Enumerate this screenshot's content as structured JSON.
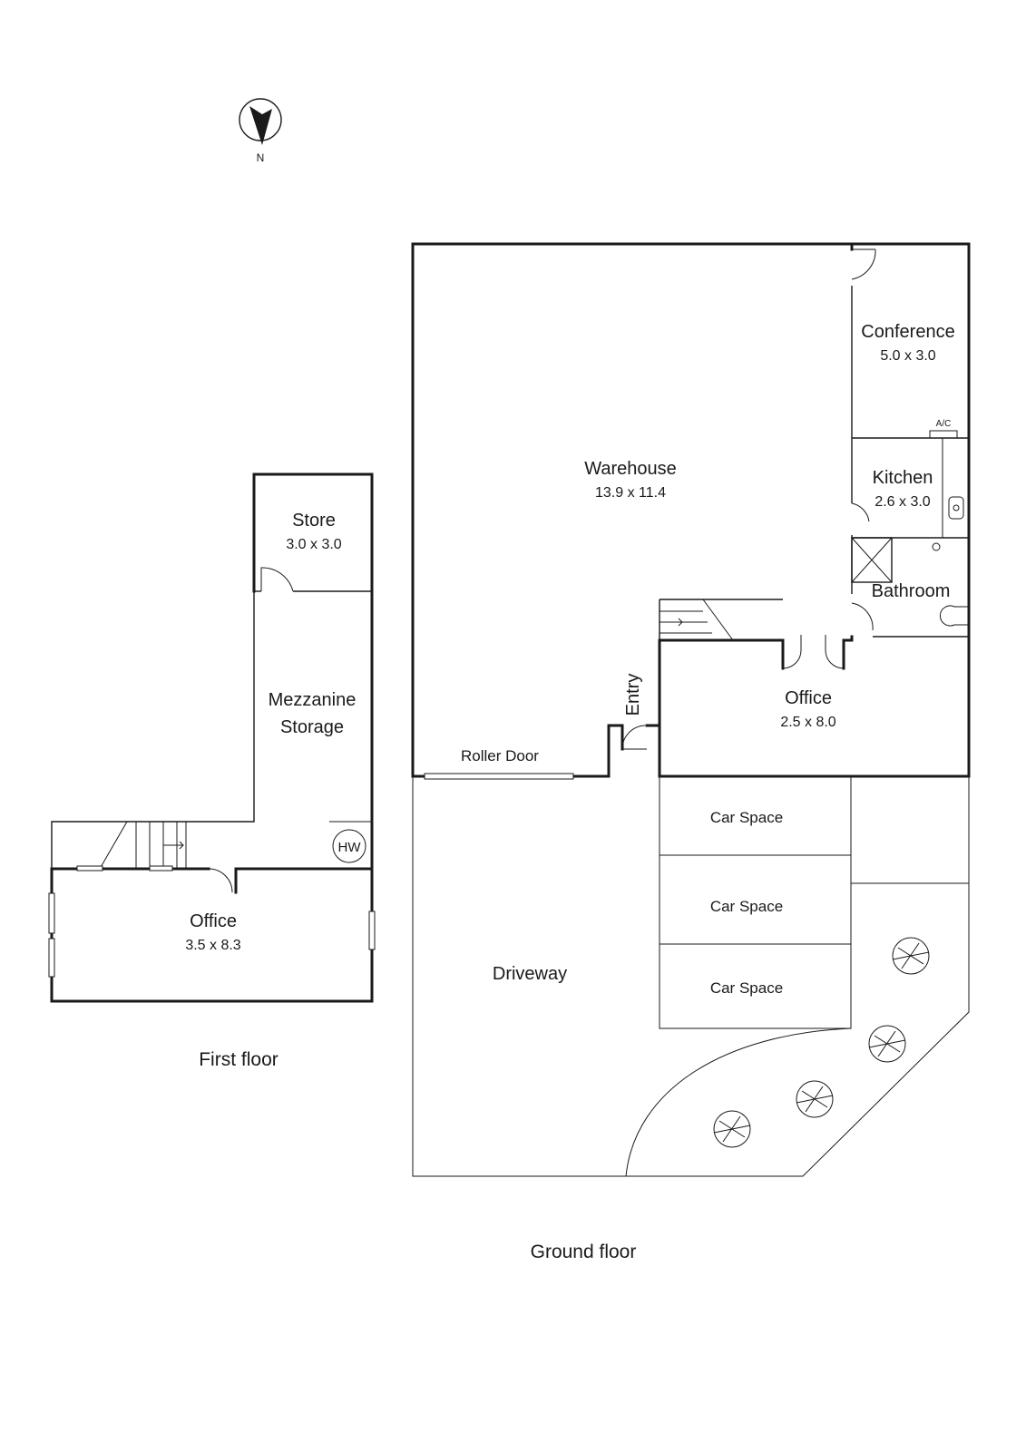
{
  "compass": {
    "label": "N"
  },
  "ground_floor": {
    "caption": "Ground floor",
    "rooms": {
      "warehouse": {
        "name": "Warehouse",
        "dims": "13.9 x 11.4"
      },
      "conference": {
        "name": "Conference",
        "dims": "5.0 x 3.0"
      },
      "kitchen": {
        "name": "Kitchen",
        "dims": "2.6 x 3.0"
      },
      "bathroom": {
        "name": "Bathroom"
      },
      "office": {
        "name": "Office",
        "dims": "2.5 x 8.0"
      }
    },
    "labels": {
      "entry": "Entry",
      "roller_door": "Roller Door",
      "ac": "A/C",
      "driveway": "Driveway",
      "car_spaces": [
        "Car Space",
        "Car Space",
        "Car Space"
      ]
    }
  },
  "first_floor": {
    "caption": "First floor",
    "rooms": {
      "store": {
        "name": "Store",
        "dims": "3.0 x 3.0"
      },
      "mezzanine": {
        "line1": "Mezzanine",
        "line2": "Storage"
      },
      "office": {
        "name": "Office",
        "dims": "3.5 x 8.3"
      }
    },
    "labels": {
      "hot_water": "HW"
    }
  }
}
